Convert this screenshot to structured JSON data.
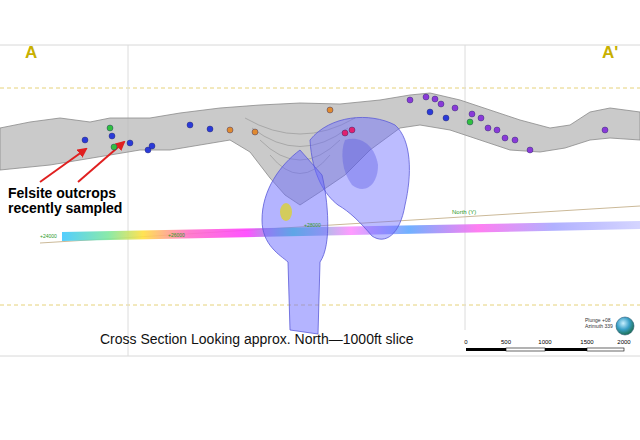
{
  "diagram": {
    "caption": "Cross Section Looking approx. North—1000ft slice",
    "labels": [
      "A",
      "A'",
      "Felsite outcrops recently sampled",
      "North (Y)",
      "+24000",
      "+26000",
      "+28000",
      "Plunge +08 Azimuth 339",
      "0",
      "500",
      "1000",
      "1500",
      "2000"
    ]
  }
}
